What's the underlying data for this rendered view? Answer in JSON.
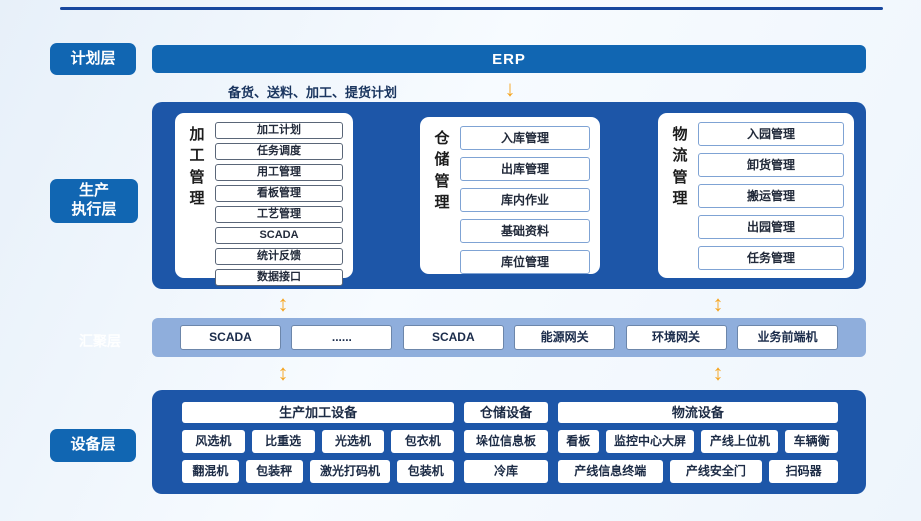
{
  "colors": {
    "primary_blue": "#1166B2",
    "panel_blue": "#1D56A8",
    "strip_blue": "#8FAEDC",
    "accent_orange": "#F5A623",
    "line_navy": "#17479E"
  },
  "icons": {
    "arrow_down": "↓",
    "double_arrow": "↕"
  },
  "layers": {
    "planning": {
      "label": "计划层"
    },
    "execution": {
      "line1": "生产",
      "line2": "执行层"
    },
    "aggregation": {
      "label": "汇聚层"
    },
    "device": {
      "label": "设备层"
    }
  },
  "erp": {
    "label": "ERP",
    "caption": "备货、送料、加工、提货计划"
  },
  "mes": {
    "columns": [
      {
        "title": "加工管理",
        "items": [
          "加工计划",
          "任务调度",
          "用工管理",
          "看板管理",
          "工艺管理",
          "SCADA",
          "统计反馈",
          "数据接口"
        ]
      },
      {
        "title": "仓储管理",
        "items": [
          "入库管理",
          "出库管理",
          "库内作业",
          "基础资料",
          "库位管理"
        ]
      },
      {
        "title": "物流管理",
        "items": [
          "入园管理",
          "卸货管理",
          "搬运管理",
          "出园管理",
          "任务管理"
        ]
      }
    ]
  },
  "gateway": {
    "items": [
      "SCADA",
      "......",
      "SCADA",
      "能源网关",
      "环境网关",
      "业务前端机"
    ]
  },
  "devices": {
    "groups": [
      {
        "title": "生产加工设备",
        "rows": [
          [
            "风选机",
            "比重选",
            "光选机",
            "包衣机"
          ],
          [
            "翻混机",
            "包装秤",
            "激光打码机",
            "包装机"
          ]
        ]
      },
      {
        "title": "仓储设备",
        "rows": [
          [
            "垛位信息板"
          ],
          [
            "冷库"
          ]
        ]
      },
      {
        "title": "物流设备",
        "rows": [
          [
            "看板",
            "监控中心大屏",
            "产线上位机",
            "车辆衡"
          ],
          [
            "产线信息终端",
            "产线安全门",
            "扫码器"
          ]
        ]
      }
    ]
  }
}
